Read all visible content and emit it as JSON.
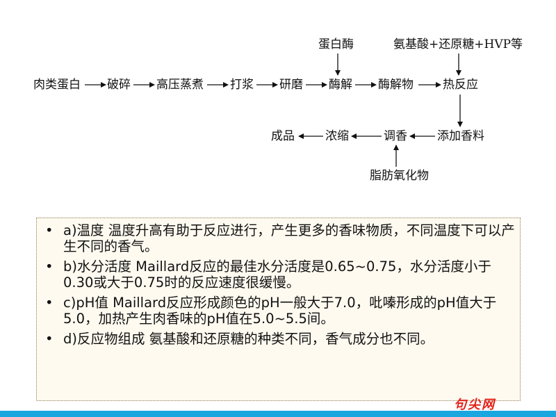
{
  "flow": {
    "meat_protein": "肉类蛋白",
    "crush": "破碎",
    "high_pressure_cook": "高压蒸煮",
    "pulp": "打浆",
    "grind": "研磨",
    "enzymolysis": "酶解",
    "enzymolysate": "酶解物",
    "heat_reaction": "热反应",
    "protease": "蛋白酶",
    "amino_sugar_hvp": "氨基酸+还原糖+HVP等",
    "add_flavor": "添加香料",
    "blend": "调香",
    "concentrate": "浓缩",
    "product": "成品",
    "lipid_oxide": "脂肪氧化物"
  },
  "notes": {
    "bullet": "•",
    "items": [
      {
        "text": "a)温度  温度升高有助于反应进行，产生更多的香味物质，不同温度下可以产生不同的香气。"
      },
      {
        "text": "b)水分活度  Maillard反应的最佳水分活度是0.65~0.75，水分活度小于0.30或大于0.75时的反应速度很缓慢。"
      },
      {
        "text": "c)pH值  Maillard反应形成颜色的pH一般大于7.0，吡嗪形成的pH值大于5.0，加热产生肉香味的pH值在5.0~5.5间。"
      },
      {
        "text": "d)反应物组成  氨基酸和还原糖的种类不同，香气成分也不同。"
      }
    ]
  },
  "watermark": "句尖网",
  "colors": {
    "bar": "#1aa7e0",
    "watermark": "#e2231a",
    "notes_bg": "#fffaf0"
  }
}
